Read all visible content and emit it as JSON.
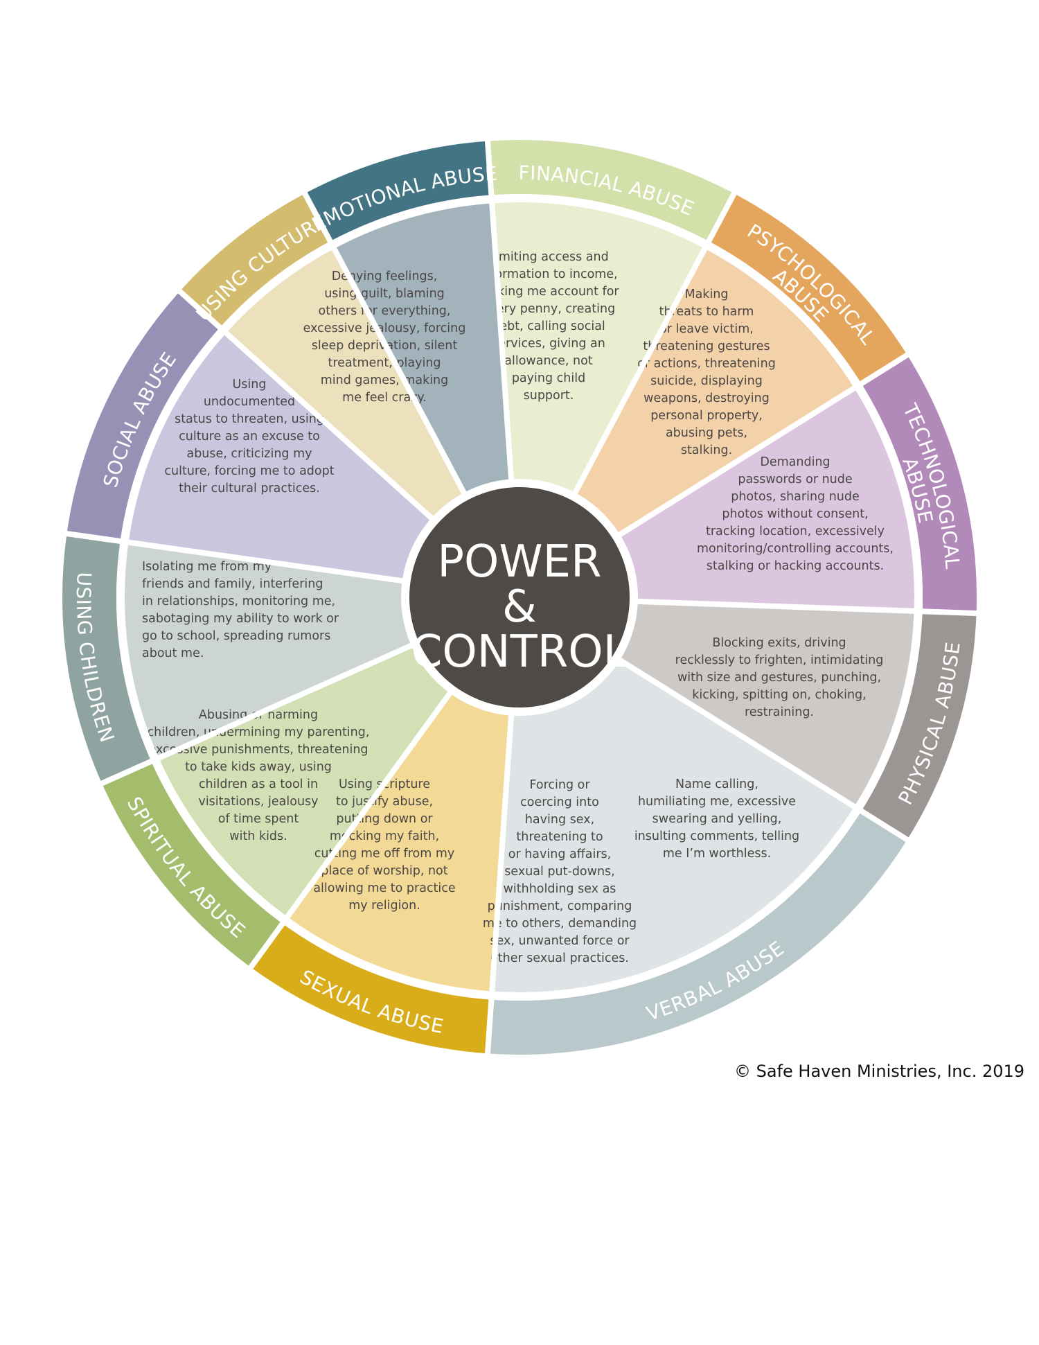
{
  "center": {
    "line1": "POWER",
    "line2": "&",
    "line3": "CONTROL",
    "color": "#4f4a45"
  },
  "segments": [
    {
      "key": "financial",
      "ring_label": [
        "FINANCIAL ABUSE"
      ],
      "ring_color": "#d3e0a9",
      "fill_color": "#e8eecf",
      "text": [
        "Limiting access and",
        "information to income,",
        "making me account for",
        "every penny, creating",
        "debt, calling social",
        "services, giving an",
        "allowance, not",
        "paying child",
        "support."
      ]
    },
    {
      "key": "psychological",
      "ring_label": [
        "PSYCHOLOGICAL",
        "ABUSE"
      ],
      "ring_color": "#e4a65c",
      "fill_color": "#f4d2a9",
      "text": [
        "Making",
        "threats to harm",
        "or leave victim,",
        "threatening gestures",
        "or actions, threatening",
        "suicide, displaying",
        "weapons, destroying",
        "personal property,",
        "abusing pets,",
        "stalking."
      ]
    },
    {
      "key": "technological",
      "ring_label": [
        "TECHNOLOGICAL",
        "ABUSE"
      ],
      "ring_color": "#b28ab9",
      "fill_color": "#dcc6df",
      "text": [
        "Demanding",
        "passwords or nude",
        "photos, sharing nude",
        "photos without consent,",
        "tracking location, excessively",
        "monitoring/controlling accounts,",
        "stalking or hacking accounts."
      ]
    },
    {
      "key": "physical",
      "ring_label": [
        "PHYSICAL ABUSE"
      ],
      "ring_color": "#9b9593",
      "fill_color": "#cdc9c7",
      "text": [
        "Blocking exits, driving",
        "recklessly to frighten, intimidating",
        "with size and gestures, punching,",
        "kicking, spitting on, choking,",
        "restraining."
      ]
    },
    {
      "key": "verbal",
      "ring_label": [
        "VERBAL ABUSE"
      ],
      "ring_color": "#b9c8ca",
      "fill_color": "#dee4e5",
      "text": [
        "Name calling,",
        "humiliating me, excessive",
        "swearing and yelling,",
        "insulting comments, telling",
        "me I’m worthless."
      ]
    },
    {
      "key": "sexual",
      "ring_label": [
        "SEXUAL ABUSE"
      ],
      "ring_color": "#d9ad1a",
      "fill_color": "#f3d996",
      "text": [
        "Forcing or",
        "coercing into",
        "having sex,",
        "threatening to",
        "or having affairs,",
        "sexual put-downs,",
        "withholding sex as",
        "punishment, comparing",
        "me to others, demanding",
        "sex, unwanted force or",
        "other sexual practices."
      ]
    },
    {
      "key": "spiritual",
      "ring_label": [
        "SPIRITUAL ABUSE"
      ],
      "ring_color": "#a3bd6d",
      "fill_color": "#d3e0b6",
      "text": [
        "Using scripture",
        "to justify abuse,",
        "putting down or",
        "mocking my faith,",
        "cutting me off from my",
        "place of worship, not",
        "allowing me to practice",
        "my religion."
      ]
    },
    {
      "key": "children",
      "ring_label": [
        "USING CHILDREN"
      ],
      "ring_color": "#8fa4a0",
      "fill_color": "#ccd5d3",
      "text": [
        "Abusing or harming",
        "children, undermining my parenting,",
        "excessive punishments, threatening",
        "to take kids away, using",
        "children as a tool in",
        "visitations, jealousy",
        "of time spent",
        "with kids."
      ]
    },
    {
      "key": "social",
      "ring_label": [
        "SOCIAL ABUSE"
      ],
      "ring_color": "#9592b6",
      "fill_color": "#c9c6de",
      "text": [
        "Isolating me from my",
        "friends and family, interfering",
        "in relationships, monitoring me,",
        "sabotaging my ability to work or",
        "go to school, spreading rumors",
        "about me."
      ]
    },
    {
      "key": "culture",
      "ring_label": [
        "USING CULTURE"
      ],
      "ring_color": "#d3bc6e",
      "fill_color": "#ede0bd",
      "text": [
        "Using",
        "undocumented",
        "status to threaten, using",
        "culture as an excuse to",
        "abuse, criticizing my",
        "culture, forcing me to adopt",
        "their cultural practices."
      ]
    },
    {
      "key": "emotional",
      "ring_label": [
        "EMOTIONAL ABUSE"
      ],
      "ring_color": "#427483",
      "fill_color": "#a3b3bc",
      "text": [
        "Denying feelings,",
        "using guilt, blaming",
        "others for everything,",
        "excessive jealousy, forcing",
        "sleep deprivation, silent",
        "treatment, playing",
        "mind games, making",
        "me feel crazy."
      ]
    }
  ],
  "copyright": "© Safe Haven Ministries, Inc. 2019"
}
